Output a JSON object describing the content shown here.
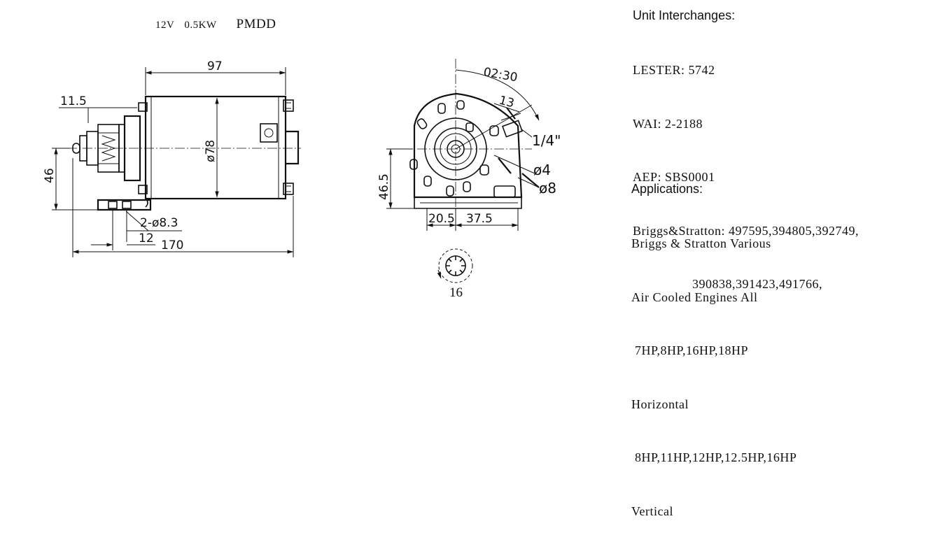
{
  "spec": {
    "voltage": "12V",
    "power": "0.5KW",
    "type": "PMDD"
  },
  "dims": {
    "length_body": "97",
    "offset": "11.5",
    "height": "46",
    "diameter": "ø78",
    "holes": "2-ø8.3",
    "spacing": "12",
    "length_total": "170",
    "angle": "02:30",
    "bolt": "13",
    "thread": "1/4\"",
    "d1": "ø4",
    "d2": "ø8",
    "end_height": "46.5",
    "x1": "20.5",
    "x2": "37.5",
    "teeth": "16"
  },
  "interchanges": {
    "heading": "Unit Interchanges:",
    "lines": [
      "LESTER: 5742",
      "WAI: 2-2188",
      "AEP: SBS0001",
      "Briggs&Stratton: 497595,394805,392749,",
      "                 390838,391423,491766,"
    ]
  },
  "applications": {
    "heading": "Applications:",
    "lines": [
      "Briggs & Stratton Various",
      "Air Cooled Engines All",
      " 7HP,8HP,16HP,18HP",
      "Horizontal",
      " 8HP,11HP,12HP,12.5HP,16HP",
      "Vertical"
    ]
  }
}
